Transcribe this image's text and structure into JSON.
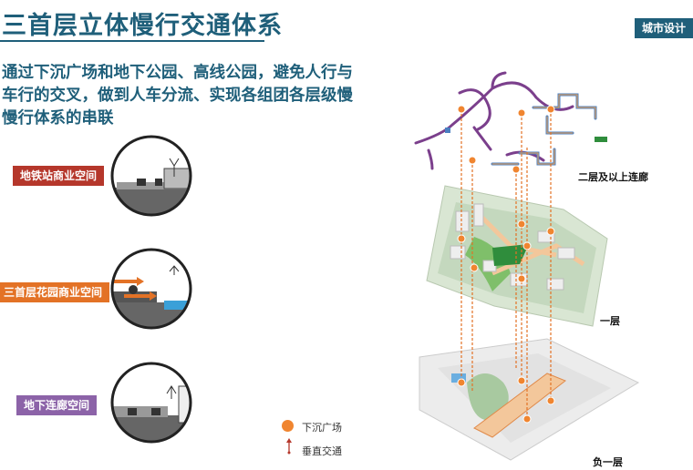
{
  "header": {
    "title": "三首层立体慢行交通体系",
    "corner_tag": "城市设计"
  },
  "subtitle_lines": [
    "通过下沉广场和地下公园、高线公园，避免人行与",
    "车行的交叉，做到人车分流、实现各组团各层级慢",
    "慢行体系的串联"
  ],
  "sections": [
    {
      "label": "地铁站商业空间",
      "color": "#b5372b"
    },
    {
      "label": "三首层花园商业空间",
      "color": "#e37226"
    },
    {
      "label": "地下连廊空间",
      "color": "#8c63a8"
    }
  ],
  "layers": {
    "upper": "二层及以上连廊",
    "ground": "一层",
    "basement": "负一层"
  },
  "legend": {
    "sunken_plaza": "下沉广场",
    "vertical_traffic": "垂直交通"
  },
  "colors": {
    "title": "#1f5f7a",
    "plaza": "#f08530",
    "corridor_purple": "#7b3f8c",
    "corridor_blue": "#4a7fc1",
    "green": "#4caf50"
  }
}
